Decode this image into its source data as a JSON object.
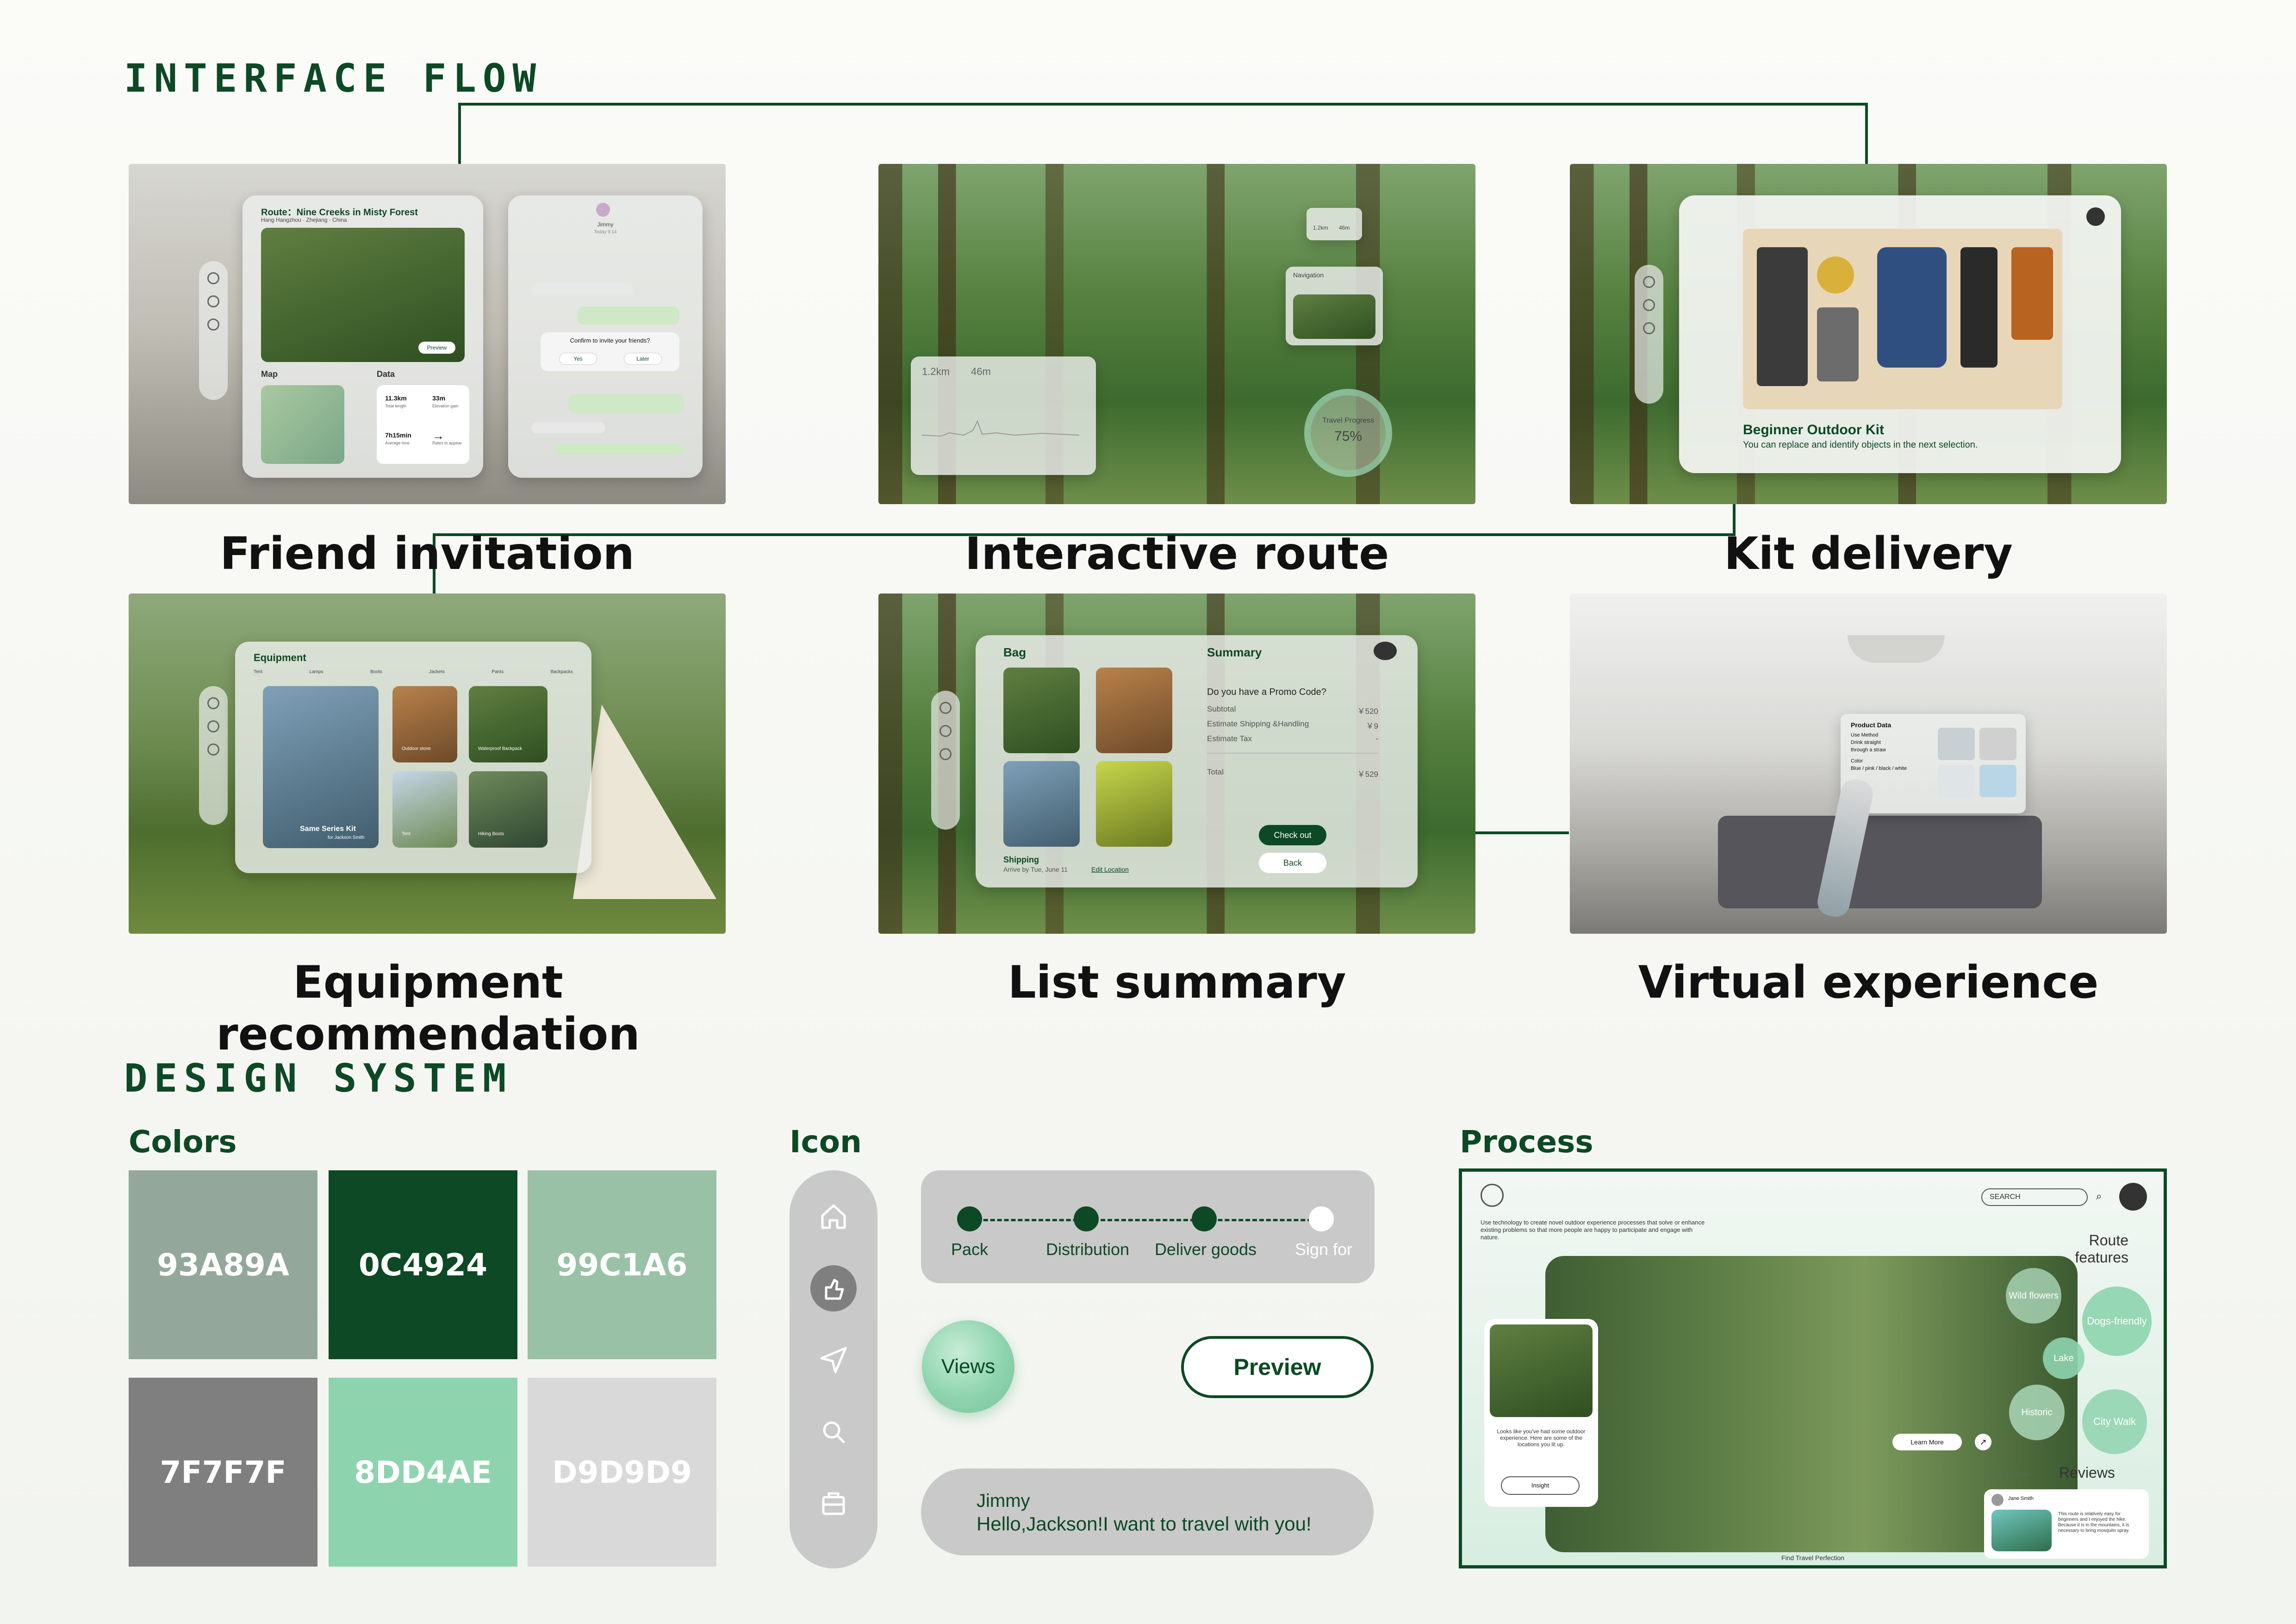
{
  "sections": {
    "flow_title": "Interface flow",
    "design_title": "Design system"
  },
  "captions": {
    "friend": "Friend invitation",
    "route": "Interactive route",
    "kit": "Kit delivery",
    "equipment": "Equipment recommendation",
    "list": "List summary",
    "virtual": "Virtual experience"
  },
  "friend_screen": {
    "route_title": "Route：Nine Creeks in Misty Forest",
    "route_sub": "Hang Hangzhou · Zhejiang · China",
    "preview_btn": "Preview",
    "map_label": "Map",
    "data_label": "Data",
    "stat1_val": "11.3km",
    "stat1_label": "Total length",
    "stat2_val": "33m",
    "stat2_label": "Elevation gain",
    "stat3_val": "7h15min",
    "stat3_label": "Average time",
    "stat4_label": "Rates to appear",
    "chat_name": "Jimmy",
    "chat_time": "Today 9:14",
    "confirm_text": "Confirm to invite your friends?",
    "yes": "Yes",
    "later": "Later"
  },
  "route_screen": {
    "dist": "1.2km",
    "elev": "46m",
    "nav_label": "Navigation",
    "top_val1": "1.2km",
    "top_val2": "46m",
    "progress_label": "Travel Progress",
    "progress_value": "75%"
  },
  "kit_screen": {
    "title": "Beginner Outdoor Kit",
    "subtitle": "You can replace and identify objects in the next selection."
  },
  "equipment_screen": {
    "title": "Equipment",
    "tabs": [
      "Tent",
      "Lamps",
      "Boots",
      "Jackets",
      "Pants",
      "Backpacks"
    ],
    "hero_label": "Same Series Kit",
    "hero_sub": "for Jackson Smith",
    "item1": "Outdoor stove",
    "item2": "Waterproof Backpack",
    "item3": "Tent",
    "item4": "Hiking Boots"
  },
  "list_screen": {
    "bag": "Bag",
    "summary": "Summary",
    "promo": "Do you have a Promo Code?",
    "subtotal_label": "Subtotal",
    "subtotal": "￥520",
    "shipping_label": "Estimate Shipping &Handling",
    "shipping": "￥9",
    "tax_label": "Estimate Tax",
    "tax": "-",
    "total_label": "Total",
    "total": "￥529",
    "checkout": "Check out",
    "back": "Back",
    "ship_title": "Shipping",
    "ship_sub": "Arrive by Tue, June 11",
    "ship_link": "Edit Location"
  },
  "virtual_screen": {
    "title": "Product Data",
    "line1": "Use Method",
    "line2": "Drink straight",
    "line3": "through a straw",
    "line4": "Color",
    "line5": "Blue / pink / black / white"
  },
  "design": {
    "colors_title": "Colors",
    "icon_title": "Icon",
    "process_title": "Process",
    "swatches": [
      {
        "hex": "#93A89A",
        "label": "93A89A",
        "text": "#ffffff"
      },
      {
        "hex": "#0C4924",
        "label": "0C4924",
        "text": "#ffffff"
      },
      {
        "hex": "#99C1A6",
        "label": "99C1A6",
        "text": "#ffffff"
      },
      {
        "hex": "#7F7F7F",
        "label": "7F7F7F",
        "text": "#ffffff"
      },
      {
        "hex": "#8DD4AE",
        "label": "8DD4AE",
        "text": "#ffffff"
      },
      {
        "hex": "#D9D9D9",
        "label": "D9D9D9",
        "text": "#ffffff"
      }
    ],
    "icons": [
      "home-icon",
      "thumbs-up-icon",
      "navigation-icon",
      "search-icon",
      "bag-icon"
    ],
    "steps": [
      "Pack",
      "Distribution",
      "Deliver goods",
      "Sign for"
    ],
    "views_btn": "Views",
    "preview_btn": "Preview",
    "chat_name": "Jimmy",
    "chat_msg": "Hello,Jackson!I want to travel with you!"
  },
  "process_screen": {
    "search_placeholder": "SEARCH",
    "intro": "Use technology to create novel outdoor experience processes that solve or enhance existing problems so that more people are happy to participate and engage with nature.",
    "route_features": "Route features",
    "features": [
      "Wild flowers",
      "Dogs-friendly",
      "Lake",
      "Historic",
      "City Walk"
    ],
    "card_text": "Looks like you've had some outdoor experience. Here are some of the locations you lit up.",
    "insight": "Insight",
    "learn_more": "Learn More",
    "reviews": "Reviews",
    "reviewer": "Jane Smith",
    "review_text": "This route is relatively easy for beginners and I enjoyed the hike. Because it is in the mountains, it is necessary to bring mosquito spray.",
    "footer": "Find Travel Perfection"
  }
}
